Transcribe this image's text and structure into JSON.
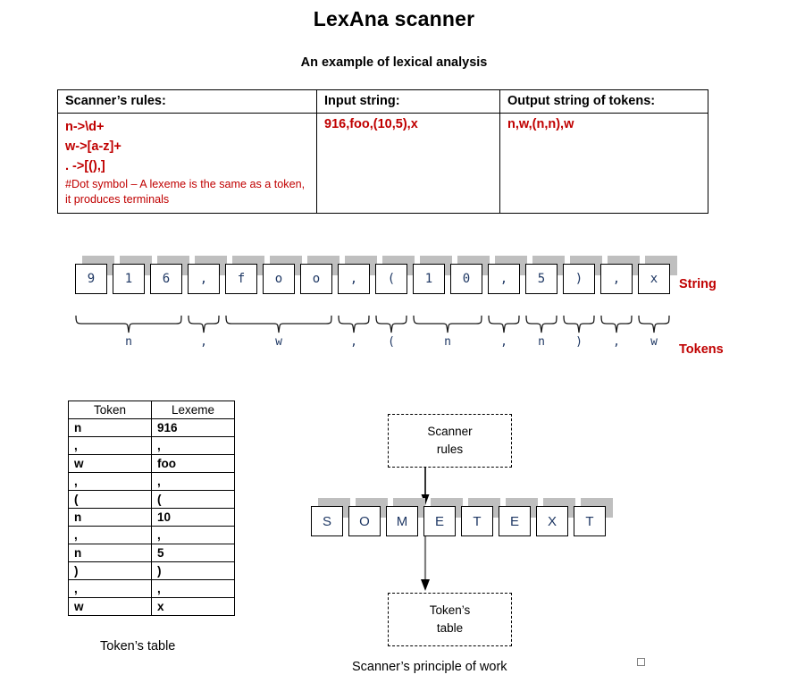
{
  "page_title": "LexAna scanner",
  "page_subtitle": "An example of lexical analysis",
  "rules_table": {
    "headers": [
      "Scanner’s rules:",
      "Input string:",
      "Output string of tokens:"
    ],
    "rules": [
      "n->\\d+",
      "w->[a-z]+",
      ". ->[(),]"
    ],
    "note": "#Dot symbol – A lexeme is the same as a token, it produces terminals",
    "input_string": "916,foo,(10,5),x",
    "output_tokens": "n,w,(n,n),w"
  },
  "string_row": {
    "label": "String",
    "chars": [
      "9",
      "1",
      "6",
      ",",
      "f",
      "o",
      "o",
      ",",
      "(",
      "1",
      "0",
      ",",
      "5",
      ")",
      ",",
      "x"
    ]
  },
  "tokens_row": {
    "label": "Tokens",
    "groups": [
      {
        "token": "n",
        "span": 3
      },
      {
        "token": ",",
        "span": 1
      },
      {
        "token": "w",
        "span": 3
      },
      {
        "token": ",",
        "span": 1
      },
      {
        "token": "(",
        "span": 1
      },
      {
        "token": "n",
        "span": 2
      },
      {
        "token": ",",
        "span": 1
      },
      {
        "token": "n",
        "span": 1
      },
      {
        "token": ")",
        "span": 1
      },
      {
        "token": ",",
        "span": 1
      },
      {
        "token": "w",
        "span": 1
      }
    ]
  },
  "token_table": {
    "caption": "Token’s table",
    "headers": [
      "Token",
      "Lexeme"
    ],
    "rows": [
      [
        "n",
        "916"
      ],
      [
        ",",
        ","
      ],
      [
        "w",
        "foo"
      ],
      [
        ",",
        ","
      ],
      [
        "(",
        "("
      ],
      [
        "n",
        "10"
      ],
      [
        ",",
        ","
      ],
      [
        "n",
        "5"
      ],
      [
        ")",
        ")"
      ],
      [
        ",",
        ","
      ],
      [
        "w",
        "x"
      ]
    ]
  },
  "diagram": {
    "caption": "Scanner’s principle of work",
    "scanner_rules_box": "Scanner\nrules",
    "scanner_rules_line1": "Scanner",
    "scanner_rules_line2": "rules",
    "tokens_table_line1": "Token’s",
    "tokens_table_line2": "table",
    "text_chars": [
      "S",
      "O",
      "M",
      "E",
      "T",
      "E",
      "X",
      "T"
    ]
  },
  "colors": {
    "rules_red": "#c00000",
    "label_red": "#c00000",
    "cell_text": "#1f3864",
    "tape_gray": "#bfbfbf",
    "arrow_gray": "#808080"
  }
}
